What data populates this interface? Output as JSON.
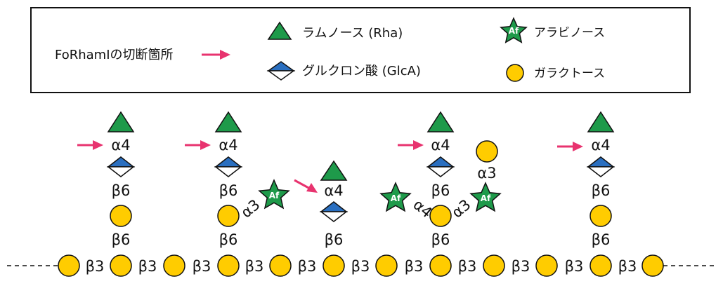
{
  "legend": {
    "cleavage_label": "FoRhamIの切断箇所",
    "rha_label": "ラムノース (Rha)",
    "glca_label": "グルクロン酸 (GlcA)",
    "arabinose_label": "アラビノース",
    "galactose_label": "ガラクトース",
    "star_text": "Af"
  },
  "linkages": {
    "backbone": "β3",
    "side_b6": "β6",
    "a4": "α4",
    "a3": "α3"
  },
  "colors": {
    "rhamnose": "#1e9a4a",
    "glucuronic_top": "#2a6fc0",
    "galactose": "#ffcc00",
    "arabinose": "#1e9a4a",
    "cleavage_arrow": "#e8336f"
  }
}
